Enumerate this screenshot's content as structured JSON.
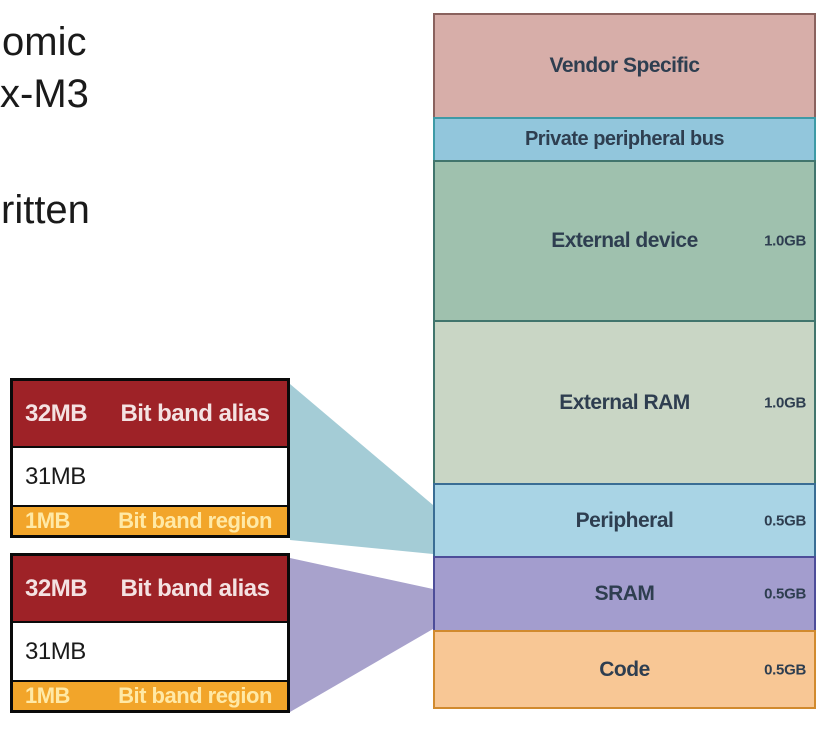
{
  "slide_text": {
    "fragments": [
      "omic",
      "x-M3",
      "ritten"
    ],
    "color": "#1a1a1a"
  },
  "memory_map": {
    "label_color": "#2e3e50",
    "regions": [
      {
        "label": "Vendor Specific",
        "size": "",
        "fill": "#d7aea9",
        "border": "#8a625e"
      },
      {
        "label": "Private peripheral bus",
        "size": "",
        "fill": "#92c6dc",
        "border": "#3d9aa6"
      },
      {
        "label": "External device",
        "size": "1.0GB",
        "fill": "#9fc1ae",
        "border": "#41756d"
      },
      {
        "label": "External RAM",
        "size": "1.0GB",
        "fill": "#c9d6c5",
        "border": "#41756d"
      },
      {
        "label": "Peripheral",
        "size": "0.5GB",
        "fill": "#a9d4e5",
        "border": "#3a6d94"
      },
      {
        "label": "SRAM",
        "size": "0.5GB",
        "fill": "#a39dce",
        "border": "#4d4d99"
      },
      {
        "label": "Code",
        "size": "0.5GB",
        "fill": "#f8c795",
        "border": "#d18a2e"
      }
    ]
  },
  "bitband": {
    "alias_fill": "#9e2227",
    "alias_text_color": "#f4e2e2",
    "mid_fill": "#ffffff",
    "mid_text_color": "#1a1a1a",
    "region_fill": "#f2a52a",
    "region_text_color": "#ffe9a6",
    "border_color": "#0a0a0a",
    "boxes": [
      {
        "target": "Peripheral",
        "rows": [
          {
            "size": "32MB",
            "label": "Bit band alias"
          },
          {
            "size": "31MB",
            "label": ""
          },
          {
            "size": "1MB",
            "label": "Bit band region"
          }
        ]
      },
      {
        "target": "SRAM",
        "rows": [
          {
            "size": "32MB",
            "label": "Bit band alias"
          },
          {
            "size": "31MB",
            "label": ""
          },
          {
            "size": "1MB",
            "label": "Bit band region"
          }
        ]
      }
    ]
  },
  "callouts": {
    "peripheral_color": "#a4ccd6",
    "sram_color": "#a8a2cc"
  }
}
